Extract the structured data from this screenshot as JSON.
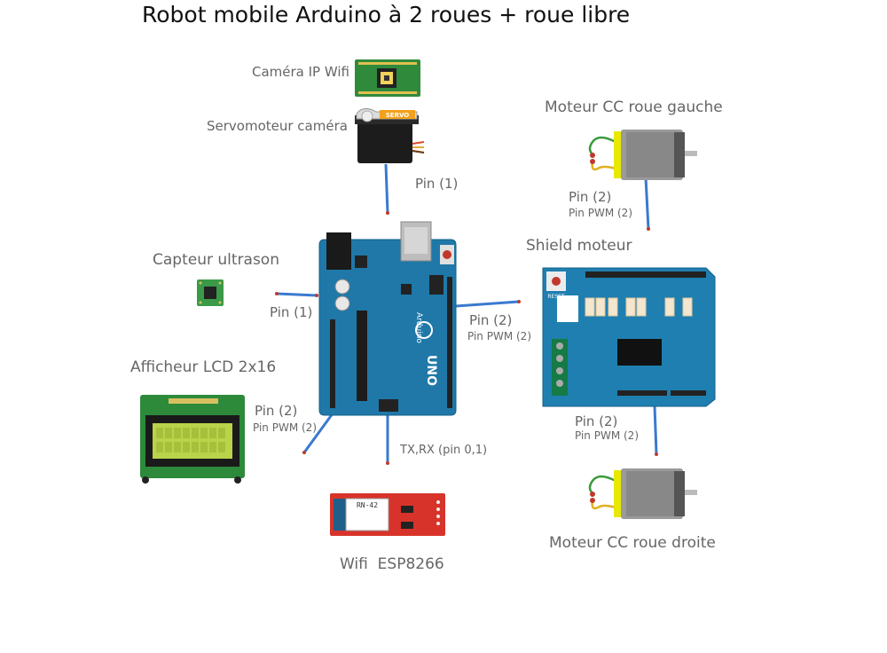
{
  "title": "Robot mobile Arduino à 2 roues + roue libre",
  "components": {
    "camera": "Caméra IP Wifi",
    "servo": "Servomoteur caméra",
    "servo_label": "SERVO",
    "motor_left": "Moteur CC roue gauche",
    "shield": "Shield moteur",
    "ultrasonic": "Capteur ultrason",
    "lcd": "Afficheur LCD 2x16",
    "wifi": "Wifi  ESP8266",
    "wifi_chip": "RN-42",
    "motor_right": "Moteur CC roue droite",
    "arduino_brand": "Arduino",
    "arduino_model": "UNO",
    "shield_reset": "RESET"
  },
  "connections": {
    "servo_pin": "Pin (1)",
    "motor_left_pin": "Pin (2)",
    "motor_left_pwm": "Pin PWM (2)",
    "ultrasonic_pin": "Pin (1)",
    "shield_pin": "Pin (2)",
    "shield_pwm": "Pin PWM (2)",
    "lcd_pin": "Pin (2)",
    "lcd_pwm": "Pin PWM (2)",
    "wifi_pins": "TX,RX (pin 0,1)",
    "motor_right_pin": "Pin (2)",
    "motor_right_pwm": "Pin PWM (2)"
  },
  "colors": {
    "arduino_board": "#1f78a8",
    "shield_board": "#1f7fb0",
    "wire": "#3a7ad0",
    "motor_cap": "#e8e800",
    "lcd_screen": "#b9d34a",
    "wifi_board": "#d8332a",
    "pcb_green": "#2f8a3c"
  }
}
